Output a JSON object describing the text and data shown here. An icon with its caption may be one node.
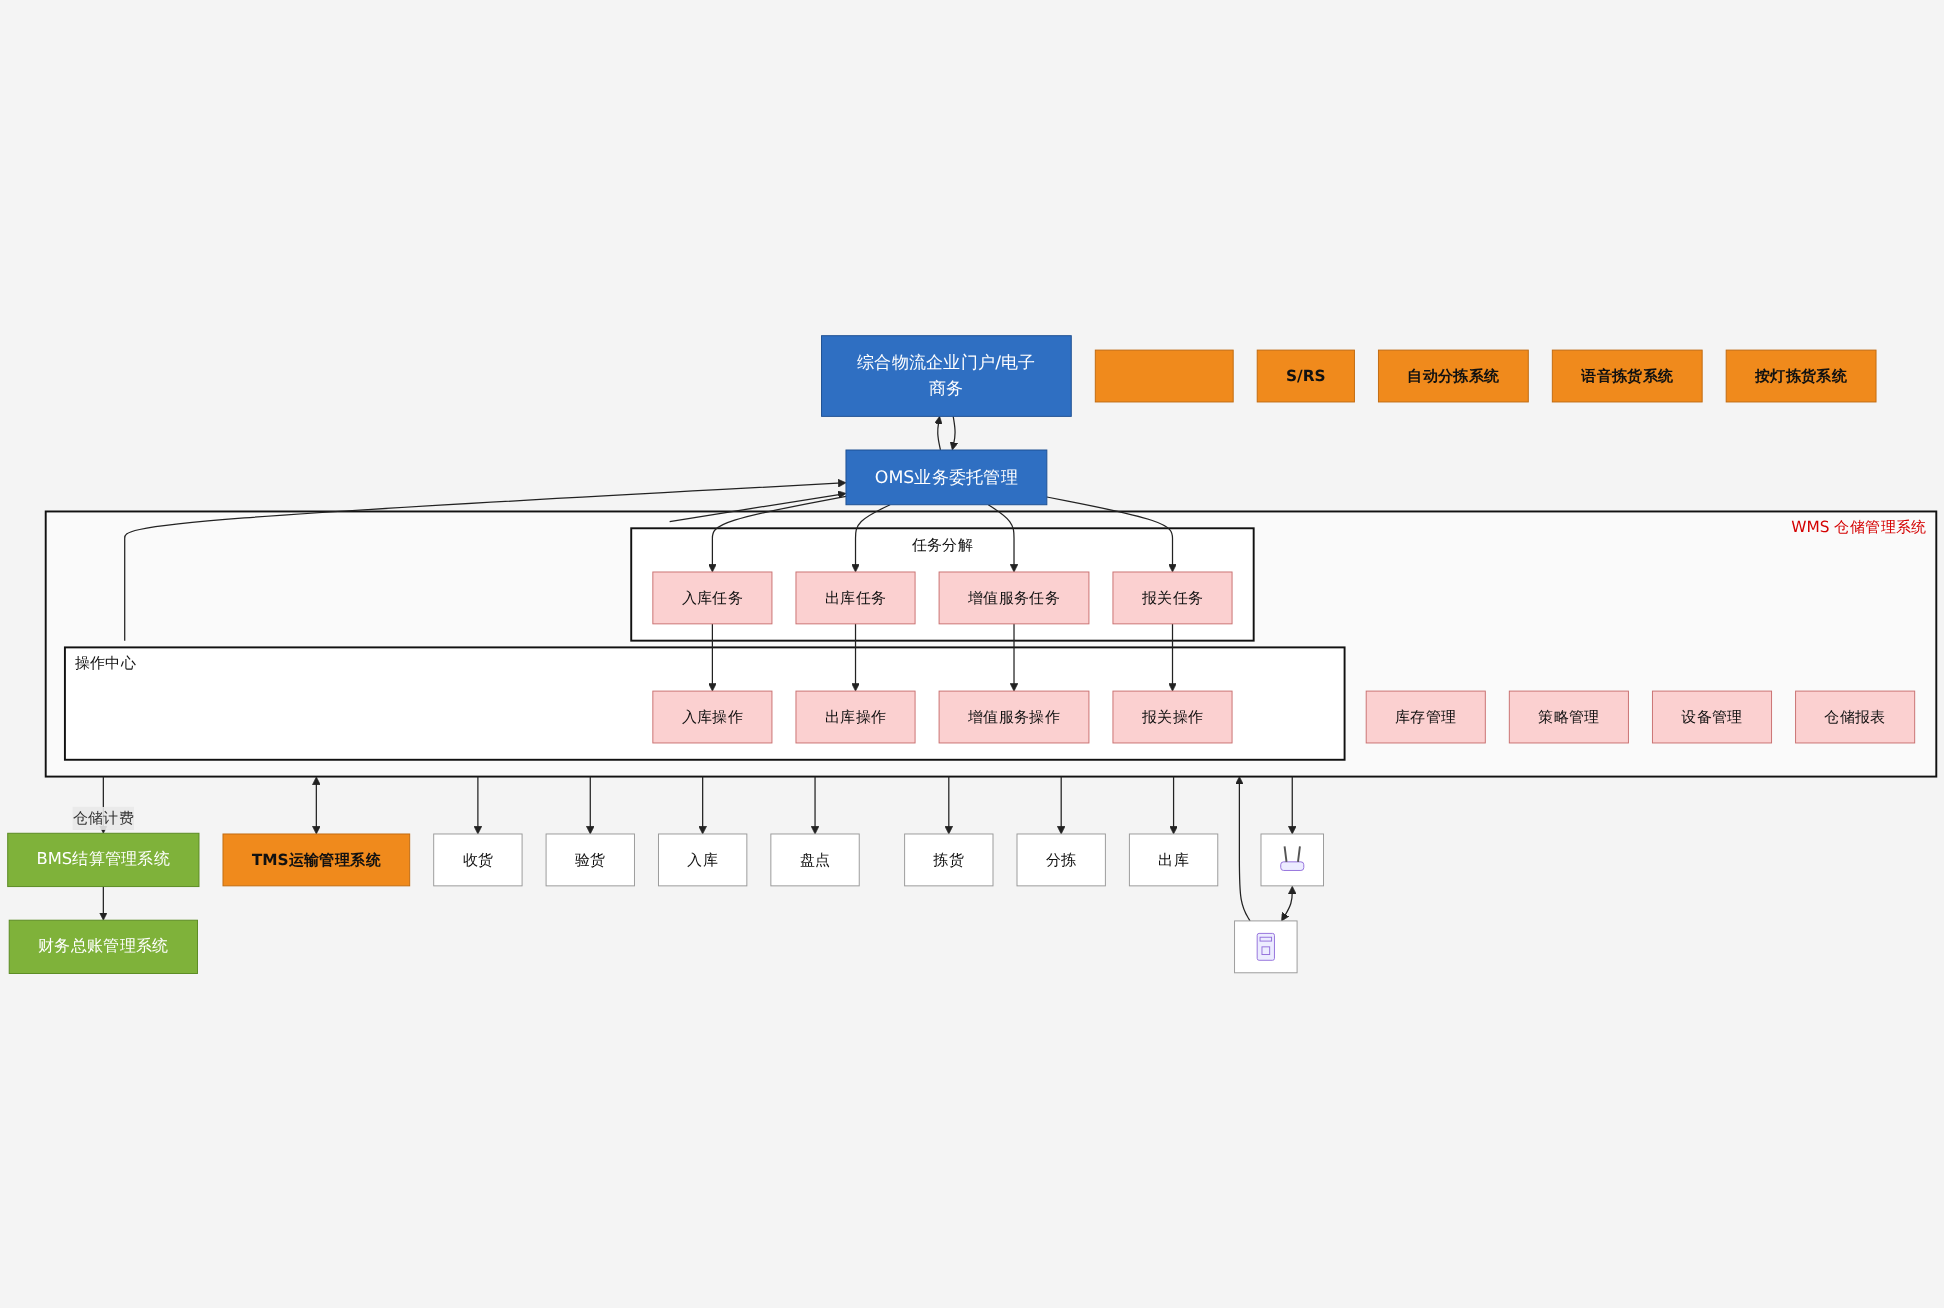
{
  "diagram": {
    "nodes": [
      {
        "text": [
          "综合物流企业门户/电子商务"
        ]
      },
      {
        "text": [
          "OMS业务委托管理"
        ]
      },
      {
        "text": [
          "财务总账管理系统"
        ]
      },
      {
        "text": [
          "BMS结算管理系统"
        ]
      },
      {
        "text": [
          "WMS 仓储管理系统"
        ]
      },
      {
        "text": [
          "任务分解"
        ],
        "in": 4
      },
      {
        "text": [
          "入库任务"
        ],
        "in": 5
      },
      {
        "text": [
          "出库任务"
        ],
        "in": 5
      },
      {
        "text": [
          "增值服务任务"
        ],
        "in": 5
      },
      {
        "text": [
          "报关任务"
        ],
        "in": 5
      },
      {
        "text": [
          "操作中心"
        ],
        "in": 4
      },
      {
        "text": [
          "入库操作"
        ],
        "in": 10
      },
      {
        "text": [
          "出库操作"
        ],
        "in": 10
      },
      {
        "text": [
          "增值服务操作"
        ],
        "in": 10
      },
      {
        "text": [
          "报关操作"
        ],
        "in": 10
      },
      {
        "text": [
          "库存管理"
        ],
        "in": 4
      },
      {
        "text": [
          "策略管理"
        ],
        "in": 4
      },
      {
        "text": [
          "设备管理"
        ],
        "in": 4
      },
      {
        "text": [
          "仓储报表"
        ],
        "in": 4
      },
      {
        "text": [
          "TMS运输管理系统"
        ]
      },
      {
        "text": [
          "收货"
        ]
      },
      {
        "text": [
          "验货"
        ]
      },
      {
        "text": [
          "入库"
        ]
      },
      {
        "text": [
          "盘点"
        ]
      },
      {
        "text": [
          "拣货"
        ]
      },
      {
        "text": [
          "分拣"
        ]
      },
      {
        "text": [
          "出库"
        ]
      },
      {
        "text": [],
        "shape": "picture"
      },
      {
        "text": [],
        "shape": "picture"
      },
      {
        "text": [],
        "shape": "bar"
      },
      {
        "text": [
          "S/RS"
        ]
      },
      {
        "text": [
          "自动分拣系统"
        ]
      },
      {
        "text": [
          "语音拣货系统"
        ]
      },
      {
        "text": [
          "按灯拣货系统"
        ]
      }
    ],
    "edges": [
      {
        "from": 0,
        "to": 1,
        "arrow": "to"
      },
      {
        "from": 1,
        "to": 0,
        "arrow": "to"
      },
      {
        "from": 5,
        "to": 1,
        "arrow": "to"
      },
      {
        "from": 10,
        "to": 1,
        "arrow": "to"
      },
      {
        "from": 1,
        "to": 6,
        "arrow": "to"
      },
      {
        "from": 1,
        "to": 7,
        "arrow": "to"
      },
      {
        "from": 1,
        "to": 8,
        "arrow": "to"
      },
      {
        "from": 1,
        "to": 9,
        "arrow": "to"
      },
      {
        "from": 6,
        "to": 11,
        "arrow": "to"
      },
      {
        "from": 7,
        "to": 12,
        "arrow": "to"
      },
      {
        "from": 8,
        "to": 13,
        "arrow": "to"
      },
      {
        "from": 9,
        "to": 14,
        "arrow": "to"
      },
      {
        "from": 4,
        "to": 3,
        "arrow": "to",
        "label": "仓储计费"
      },
      {
        "from": 3,
        "to": 2,
        "arrow": "to"
      },
      {
        "from": 4,
        "to": 19,
        "arrow": "both"
      },
      {
        "from": 4,
        "to": 20,
        "arrow": "to"
      },
      {
        "from": 4,
        "to": 21,
        "arrow": "to"
      },
      {
        "from": 4,
        "to": 22,
        "arrow": "to"
      },
      {
        "from": 4,
        "to": 23,
        "arrow": "to"
      },
      {
        "from": 4,
        "to": 24,
        "arrow": "to"
      },
      {
        "from": 4,
        "to": 25,
        "arrow": "to"
      },
      {
        "from": 4,
        "to": 26,
        "arrow": "to"
      },
      {
        "from": 4,
        "to": 27,
        "arrow": "to"
      },
      {
        "from": 27,
        "to": 28,
        "arrow": "both"
      },
      {
        "from": 28,
        "to": 4,
        "arrow": "to"
      }
    ]
  }
}
